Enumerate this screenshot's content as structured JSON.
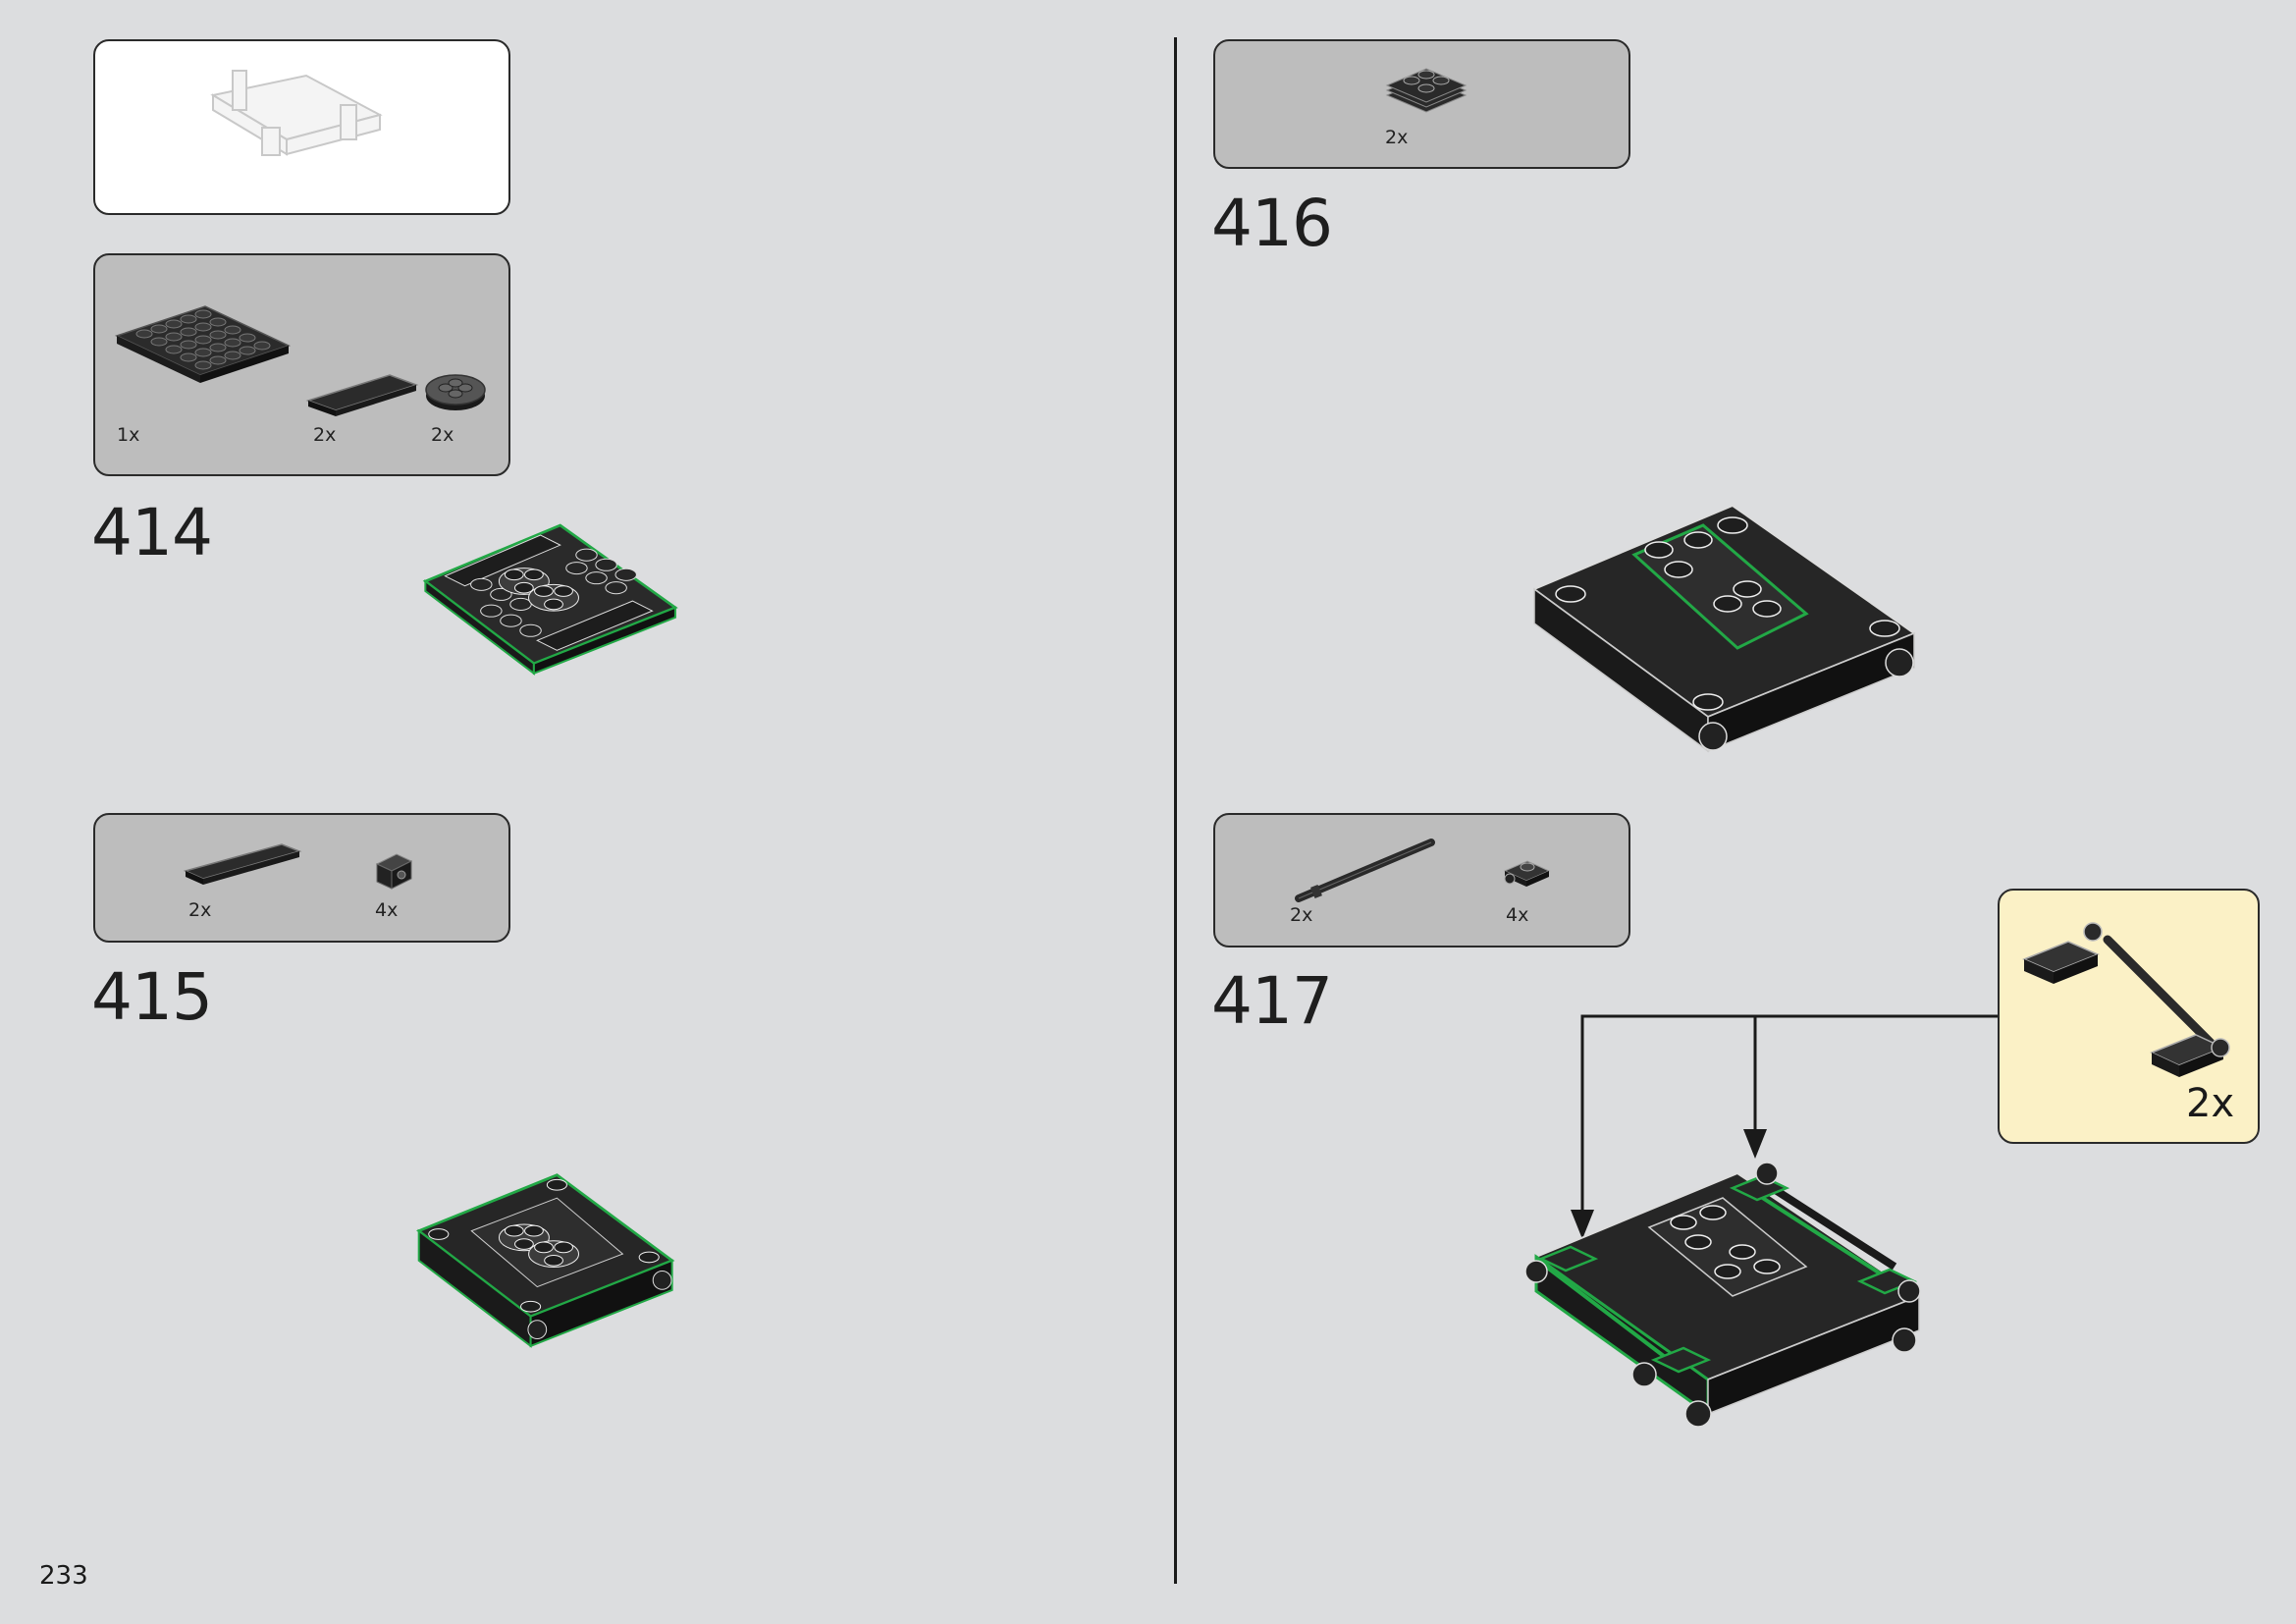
{
  "page_number": "233",
  "colors": {
    "background": "#dcdddf",
    "parts_box": "#bdbdbd",
    "preview_box": "#ffffff",
    "subassembly_box": "#fbf1c6",
    "highlight": "#22a846",
    "brick": "#2a2a2a"
  },
  "steps": [
    {
      "number": "414",
      "parts": [
        {
          "qty": "1x",
          "icon": "6x6-plate-icon"
        },
        {
          "qty": "2x",
          "icon": "1x4-tile-icon"
        },
        {
          "qty": "2x",
          "icon": "2x2-round-plate-icon"
        }
      ]
    },
    {
      "number": "415",
      "parts": [
        {
          "qty": "2x",
          "icon": "1x6-tile-icon"
        },
        {
          "qty": "4x",
          "icon": "bracket-brick-icon"
        }
      ]
    },
    {
      "number": "416",
      "parts": [
        {
          "qty": "2x",
          "icon": "plate-stack-icon"
        }
      ]
    },
    {
      "number": "417",
      "parts": [
        {
          "qty": "2x",
          "icon": "bar-icon"
        },
        {
          "qty": "4x",
          "icon": "clip-plate-icon"
        }
      ],
      "subassembly_qty": "2x"
    }
  ]
}
